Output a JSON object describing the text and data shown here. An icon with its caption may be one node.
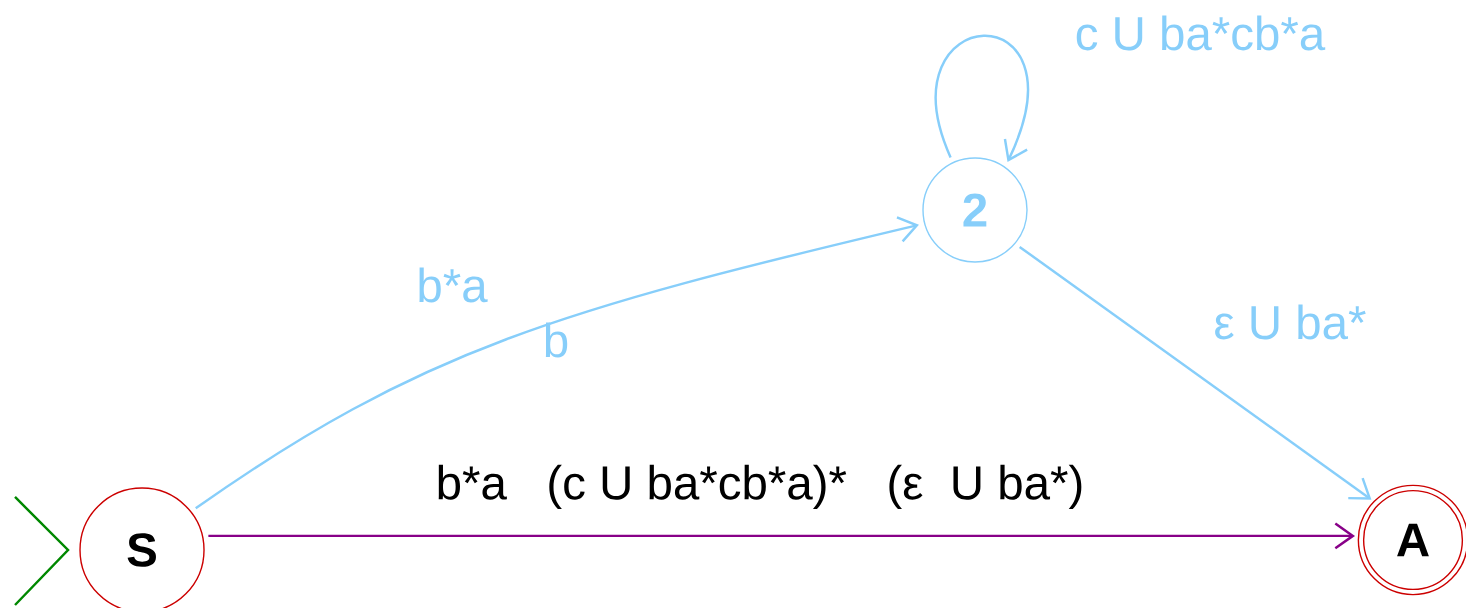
{
  "diagram": {
    "nodes": [
      {
        "text": [
          "S"
        ]
      },
      {
        "text": [
          "2"
        ]
      },
      {
        "text": [
          "A"
        ]
      }
    ],
    "edges": [
      {
        "from": 0,
        "to": 1,
        "arrow": "to",
        "label": "b*a"
      },
      {
        "from": 1,
        "to": 1,
        "arrow": "to",
        "label": "c U ba*cb*a"
      },
      {
        "from": 1,
        "to": 2,
        "arrow": "to",
        "label": "ε U ba*"
      },
      {
        "from": 0,
        "to": 2,
        "arrow": "to",
        "label": "b*a   (c U ba*cb*a)*   (ε  U ba*)",
        "color": "#880088"
      }
    ],
    "labels": [
      "b"
    ]
  }
}
